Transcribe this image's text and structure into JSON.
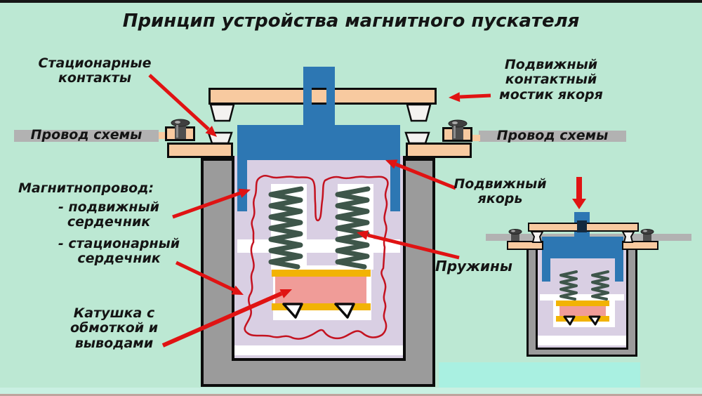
{
  "title": "Принцип устройства магнитного пускателя",
  "labels": {
    "stationary_contacts": "Стационарные\nконтакты",
    "movable_bridge": "Подвижный\nконтактный\nмостик якоря",
    "wire_left": "Провод схемы",
    "wire_right": "Провод схемы",
    "magnetic_core_header": "Магнитнопровод:",
    "movable_core": "- подвижный\nсердечник",
    "stationary_core": "- стационарный\nсердечник",
    "coil": "Катушка с\nобмоткой и\nвыводами",
    "movable_armature": "Подвижный\nякорь",
    "springs": "Пружины"
  },
  "colors": {
    "bg": "#bce8d3",
    "bg_bottom": "#c9f0e2",
    "edge_bottom": "#bfa49e",
    "top_bar": "#161616",
    "blue": "#2d77b3",
    "peach": "#f8caa0",
    "gray_wire": "#b2b2b2",
    "gray_case": "#9b9b9b",
    "lavender": "#d9cfe3",
    "white": "#ffffff",
    "pink": "#f09c98",
    "yellow": "#f2b304",
    "spring": "#3e564a",
    "red": "#e01313",
    "red_line": "#c41220",
    "slot": "#13293f",
    "screw": "#4f4f4f",
    "cyan_band": "#a9f0e1",
    "text": "#141414"
  }
}
